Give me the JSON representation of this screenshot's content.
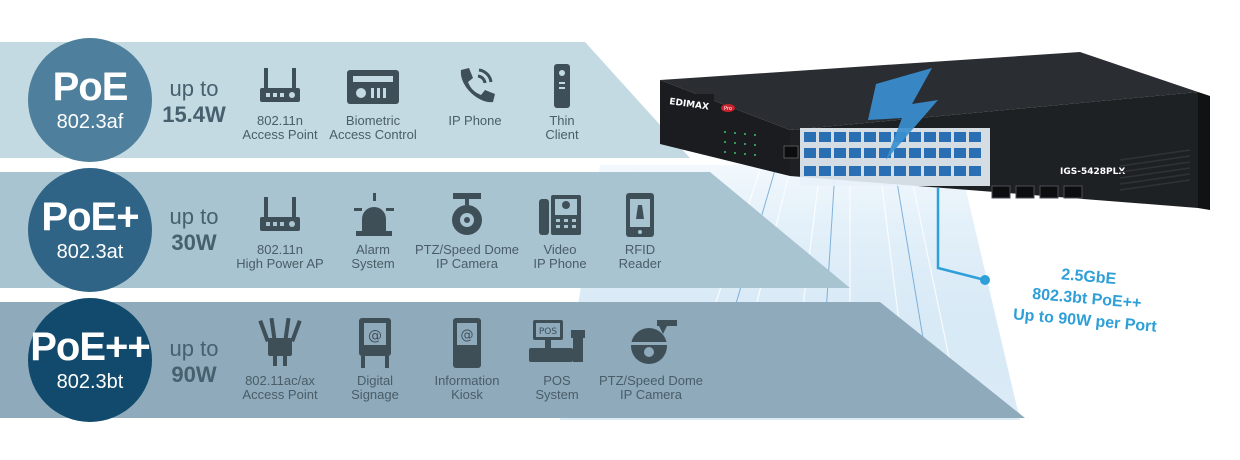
{
  "tiers": [
    {
      "title": "PoE",
      "standard": "802.3af",
      "up_to": "up to",
      "power": "15.4W",
      "devices": [
        {
          "icon": "router-icon",
          "label_1": "802.11n",
          "label_2": "Access Point"
        },
        {
          "icon": "biometric-icon",
          "label_1": "Biometric",
          "label_2": "Access Control"
        },
        {
          "icon": "phone-icon",
          "label_1": "IP Phone",
          "label_2": ""
        },
        {
          "icon": "thin-client-icon",
          "label_1": "Thin",
          "label_2": "Client"
        }
      ]
    },
    {
      "title": "PoE+",
      "standard": "802.3at",
      "up_to": "up to",
      "power": "30W",
      "devices": [
        {
          "icon": "router-icon",
          "label_1": "802.11n",
          "label_2": "High Power AP"
        },
        {
          "icon": "alarm-icon",
          "label_1": "Alarm",
          "label_2": "System"
        },
        {
          "icon": "camera-icon",
          "label_1": "PTZ/Speed Dome",
          "label_2": "IP Camera"
        },
        {
          "icon": "video-phone-icon",
          "label_1": "Video",
          "label_2": "IP Phone"
        },
        {
          "icon": "rfid-reader-icon",
          "label_1": "RFID",
          "label_2": "Reader"
        }
      ]
    },
    {
      "title": "PoE++",
      "standard": "802.3bt",
      "up_to": "up to",
      "power": "90W",
      "devices": [
        {
          "icon": "multi-antenna-ap-icon",
          "label_1": "802.11ac/ax",
          "label_2": "Access Point"
        },
        {
          "icon": "signage-icon",
          "label_1": "Digital",
          "label_2": "Signage"
        },
        {
          "icon": "kiosk-icon",
          "label_1": "Information",
          "label_2": "Kiosk"
        },
        {
          "icon": "pos-icon",
          "label_1": "POS",
          "label_2": "System"
        },
        {
          "icon": "dome-camera-icon",
          "label_1": "PTZ/Speed Dome",
          "label_2": "IP Camera"
        }
      ]
    }
  ],
  "switch": {
    "brand": "EDIMAX",
    "brand_badge": "Pro",
    "model": "IGS-5428PLX"
  },
  "callout": {
    "line1": "2.5GbE",
    "line2": "802.3bt PoE++",
    "line3": "Up to 90W per Port"
  },
  "colors": {
    "band1": "#c3dae3",
    "band2": "#a8c4d0",
    "band3": "#8eaabb",
    "circle1": "#4e7f9c",
    "circle2": "#2f6486",
    "circle3": "#114a6c",
    "callout": "#2e9fd8",
    "bolt": "#3a8fd0"
  }
}
